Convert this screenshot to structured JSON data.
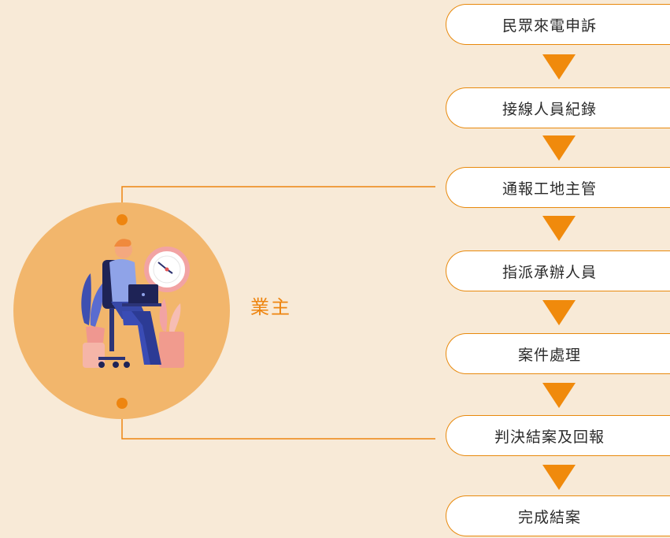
{
  "steps": [
    "民眾來電申訴",
    "接線人員紀錄",
    "通報工地主管",
    "指派承辦人員",
    "案件處理",
    "判決結案及回報",
    "完成結案"
  ],
  "owner_label": "業主",
  "colors": {
    "background": "#f8ead7",
    "accent": "#ee8510",
    "arrow": "#f08a0c",
    "circle": "#f2b66c",
    "box_fill": "#ffffff"
  },
  "icons": [
    "person-at-laptop-icon",
    "wall-clock-icon",
    "potted-plant-icon"
  ]
}
